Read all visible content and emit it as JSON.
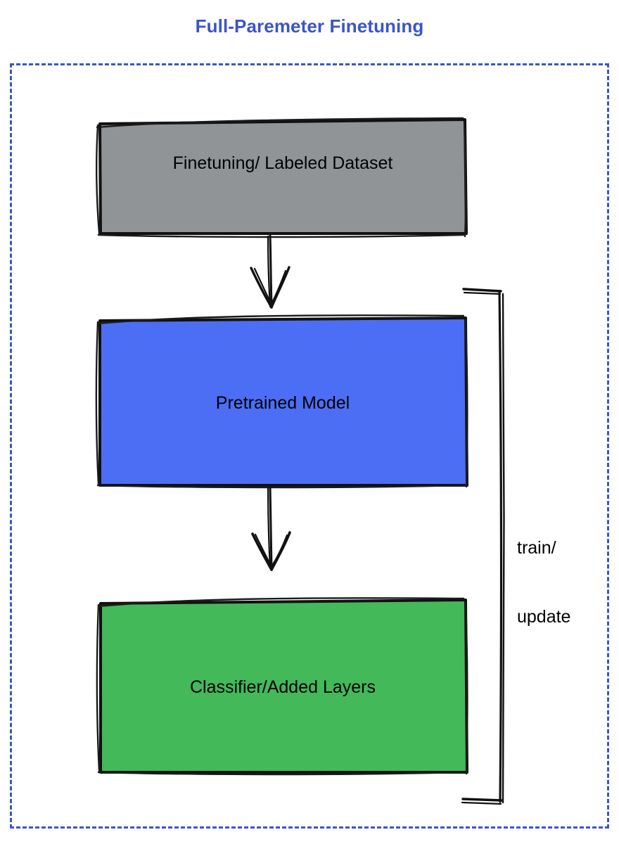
{
  "title": "Full-Paremeter Finetuning",
  "colors": {
    "title": "#3b55c8",
    "frame_border": "#3b55c8",
    "dataset_fill": "#909497",
    "pretrained_fill": "#4c6ef5",
    "classifier_fill": "#43b95a",
    "stroke": "#1a1a1a",
    "label_text": "#000000",
    "background": "#ffffff"
  },
  "frame": {
    "style": "dashed",
    "label": "full-parameter-finetuning-scope"
  },
  "nodes": [
    {
      "id": "dataset",
      "label": "Finetuning/ Labeled Dataset",
      "fill": "#909497",
      "shape": "rectangle"
    },
    {
      "id": "pretrained_model",
      "label": "Pretrained Model",
      "fill": "#4c6ef5",
      "shape": "rectangle"
    },
    {
      "id": "classifier",
      "label": "Classifier/Added Layers",
      "fill": "#43b95a",
      "shape": "rectangle"
    }
  ],
  "edges": [
    {
      "id": "dataset-to-pretrained",
      "from": "dataset",
      "to": "pretrained_model",
      "label": "",
      "arrow": "down"
    },
    {
      "id": "pretrained-to-classifier",
      "from": "pretrained_model",
      "to": "classifier",
      "label": "",
      "arrow": "down"
    },
    {
      "id": "train-update-bracket",
      "from": "classifier",
      "to": "pretrained_model",
      "label_line1": "train/",
      "label_line2": "update",
      "arrow": "none"
    }
  ]
}
